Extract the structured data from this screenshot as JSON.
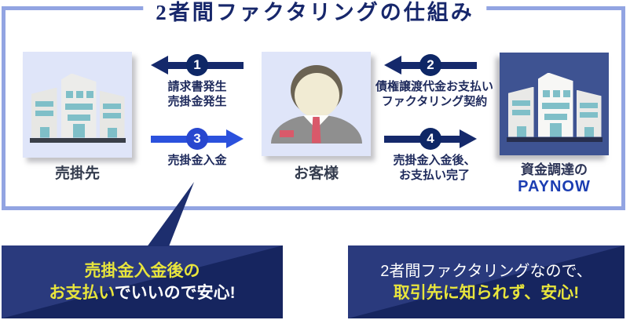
{
  "title": "2者間ファクタリングの仕組み",
  "entities": {
    "seller": {
      "label": "売掛先"
    },
    "customer": {
      "label": "お客様"
    },
    "paynow": {
      "label_line1": "資金調達の",
      "label_line2": "PAYNOW"
    }
  },
  "flows": [
    {
      "number": "1",
      "direction": "left",
      "highlighted": false,
      "lines": [
        "請求書発生",
        "売掛金発生"
      ]
    },
    {
      "number": "2",
      "direction": "left",
      "highlighted": false,
      "lines": [
        "債権譲渡代金お支払い",
        "ファクタリング契約"
      ]
    },
    {
      "number": "3",
      "direction": "right",
      "highlighted": true,
      "lines": [
        "売掛金入金"
      ]
    },
    {
      "number": "4",
      "direction": "right",
      "highlighted": false,
      "lines": [
        "売掛金入金後、",
        "お支払い完了"
      ]
    }
  ],
  "callouts": {
    "left": {
      "line1": "売掛金入金後の",
      "line2_highlight": "お支払い",
      "line2_rest": "でいいので安心!"
    },
    "right": {
      "line1": "2者間ファクタリングなので、",
      "line2": "取引先に知られず、安心!"
    }
  },
  "colors": {
    "frame_border": "#92a4e2",
    "title_navy": "#17276b",
    "arrow_navy": "#15296b",
    "arrow_royal_blue": "#2b51dd",
    "panel_light": "#dfe5f9",
    "panel_dark_blue": "#3e5392",
    "callout_dark": "#16255f",
    "callout_light": "#2a3a7d",
    "highlight_yellow": "#e8e53c",
    "paynow_text_blue": "#1b3db2",
    "window_teal": "#7fbfc8"
  }
}
